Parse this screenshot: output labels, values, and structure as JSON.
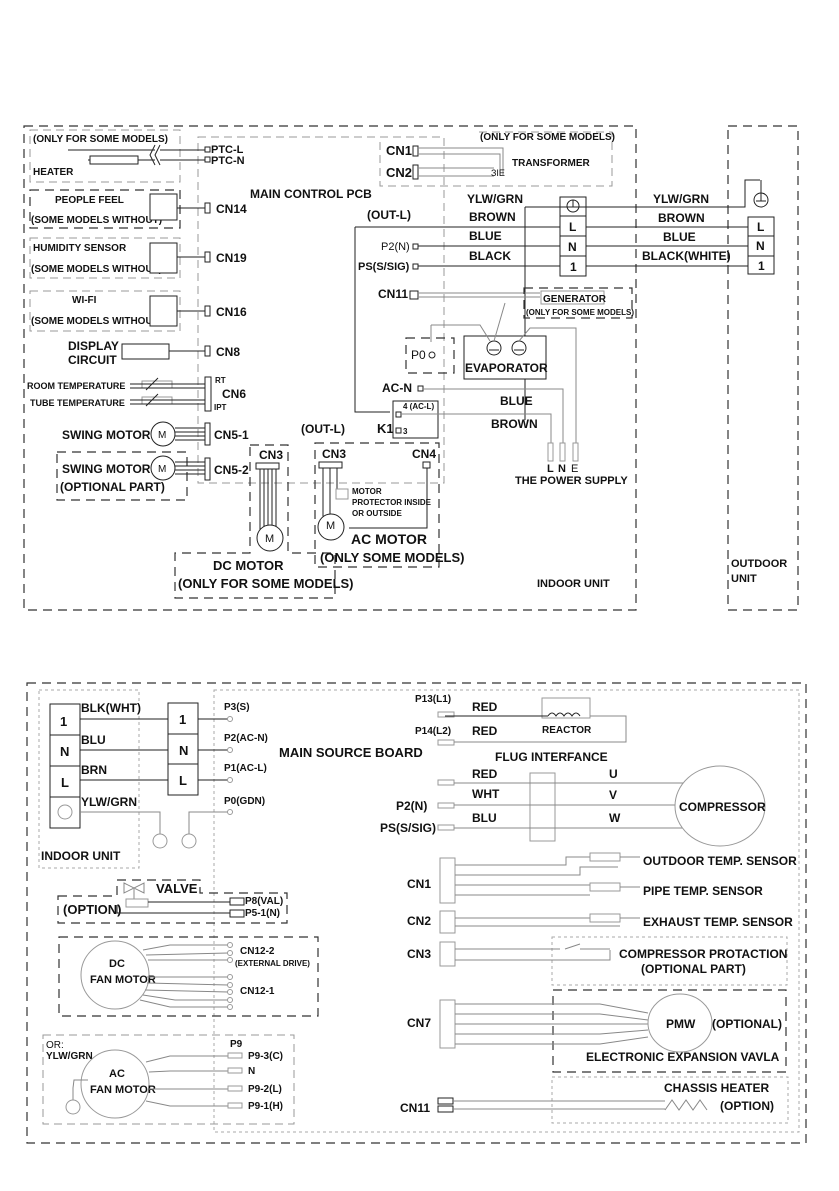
{
  "diagram1": {
    "title": "Indoor unit wiring diagram",
    "heater": {
      "note": "(ONLY FOR SOME MODELS)",
      "label": "HEATER",
      "pins": [
        "PTC-L",
        "PTC-N"
      ]
    },
    "main_pcb": "MAIN CONTROL PCB",
    "transformer": {
      "note": "(ONLY FOR SOME MODELS)",
      "label": "TRANSFORMER",
      "pins": [
        "CN1",
        "CN2"
      ]
    },
    "peripherals": [
      {
        "name": "PEOPLE FEEL",
        "note": "(SOME MODELS WITHOUT)",
        "connector": "CN14"
      },
      {
        "name": "HUMIDITY SENSOR",
        "note": "(SOME MODELS WITHOUT)",
        "connector": "CN19"
      },
      {
        "name": "WI-FI",
        "note": "(SOME MODELS WITHOUT)",
        "connector": "CN16"
      }
    ],
    "display": {
      "line1": "DISPLAY",
      "line2": "CIRCUIT",
      "connector": "CN8"
    },
    "sensors": {
      "room": "ROOM TEMPERATURE",
      "tube": "TUBE TEMPERATURE",
      "connector": "CN6",
      "pin_rt": "RT",
      "pin_ipt": "IPT"
    },
    "swing1": {
      "label": "SWING MOTOR",
      "connector": "CN5-1",
      "symbol": "M"
    },
    "swing2": {
      "label": "SWING MOTOR",
      "note": "(OPTIONAL PART)",
      "connector": "CN5-2",
      "symbol": "M"
    },
    "dc_motor": {
      "connector": "CN3",
      "label": "DC MOTOR",
      "note": "(ONLY FOR SOME MODELS)",
      "symbol": "M"
    },
    "ac_motor": {
      "connector_a": "CN3",
      "connector_b": "CN4",
      "protector_1": "MOTOR",
      "protector_2": "PROTECTOR INSIDE",
      "protector_3": "OR OUTSIDE",
      "label": "AC MOTOR",
      "note": "(ONLY SOME MODELS)",
      "symbol": "M"
    },
    "out_l_top": "(OUT-L)",
    "out_l_bottom": "(OUT-L)",
    "pins": {
      "p2n": "P2(N)",
      "ps": "PS(S/SIG)",
      "cn11": "CN11",
      "p0": "P0",
      "acn": "AC-N",
      "k1": "K1",
      "k1_pin4": "4 (AC-L)",
      "k1_pin3": "3"
    },
    "indoor_terminal": [
      "L",
      "N",
      "1"
    ],
    "wire_colors_left": [
      "YLW/GRN",
      "BROWN",
      "BLUE",
      "BLACK"
    ],
    "wire_colors_right": [
      "YLW/GRN",
      "BROWN",
      "BLUE",
      "BLACK(WHITE)"
    ],
    "outdoor_terminal": [
      "L",
      "N",
      "1"
    ],
    "generator": {
      "label": "GENERATOR",
      "note": "(ONLY FOR SOME MODELS)"
    },
    "evaporator": "EVAPORATOR",
    "power_wires": [
      "BLUE",
      "BROWN"
    ],
    "power_supply": {
      "pins": [
        "L",
        "N",
        "E"
      ],
      "label": "THE POWER SUPPLY"
    },
    "indoor_unit": "INDOOR UNIT",
    "outdoor_unit_1": "OUTDOOR",
    "outdoor_unit_2": "UNIT"
  },
  "diagram2": {
    "title": "Outdoor unit wiring diagram",
    "indoor_block": {
      "terminals": [
        "1",
        "N",
        "L"
      ],
      "wires": [
        "BLK(WHT)",
        "BLU",
        "BRN",
        "YLW/GRN"
      ],
      "label": "INDOOR UNIT"
    },
    "mid_terminal": [
      "1",
      "N",
      "L"
    ],
    "source_pins": [
      "P3(S)",
      "P2(AC-N)",
      "P1(AC-L)",
      "P0(GDN)"
    ],
    "main_board": "MAIN SOURCE BOARD",
    "reactor": {
      "pins": [
        "P13(L1)",
        "P14(L2)"
      ],
      "wires": [
        "RED",
        "RED"
      ],
      "label": "REACTOR"
    },
    "flug": "FLUG INTERFANCE",
    "compressor": {
      "pins": [
        "P2(N)",
        "PS(S/SIG)"
      ],
      "wires": [
        "RED",
        "WHT",
        "BLU"
      ],
      "phases": [
        "U",
        "V",
        "W"
      ],
      "label": "COMPRESSOR"
    },
    "cn1": {
      "label": "CN1",
      "sensors": [
        "OUTDOOR TEMP. SENSOR",
        "PIPE TEMP. SENSOR"
      ]
    },
    "cn2": {
      "label": "CN2",
      "sensor": "EXHAUST TEMP. SENSOR"
    },
    "cn3": {
      "label": "CN3",
      "line1": "COMPRESSOR PROTACTION",
      "line2": "(OPTIONAL PART)"
    },
    "cn7": {
      "label": "CN7",
      "device": "PMW",
      "note": "(OPTIONAL)",
      "caption": "ELECTRONIC EXPANSION VAVLA"
    },
    "cn11": {
      "label": "CN11",
      "line1": "CHASSIS HEATER",
      "line2": "(OPTION)"
    },
    "valve": {
      "label": "VALVE",
      "note": "(OPTION)",
      "pins": [
        "P8(VAL)",
        "P5-1(N)"
      ]
    },
    "dc_fan": {
      "line1": "DC",
      "line2": "FAN MOTOR",
      "cn_a": "CN12-2",
      "cn_a_note": "(EXTERNAL DRIVE)",
      "cn_b": "CN12-1"
    },
    "ac_fan": {
      "or": "OR:",
      "ground": "YLW/GRN",
      "line1": "AC",
      "line2": "FAN MOTOR",
      "header": "P9",
      "pins": [
        "P9-3(C)",
        "N",
        "P9-2(L)",
        "P9-1(H)"
      ]
    }
  }
}
